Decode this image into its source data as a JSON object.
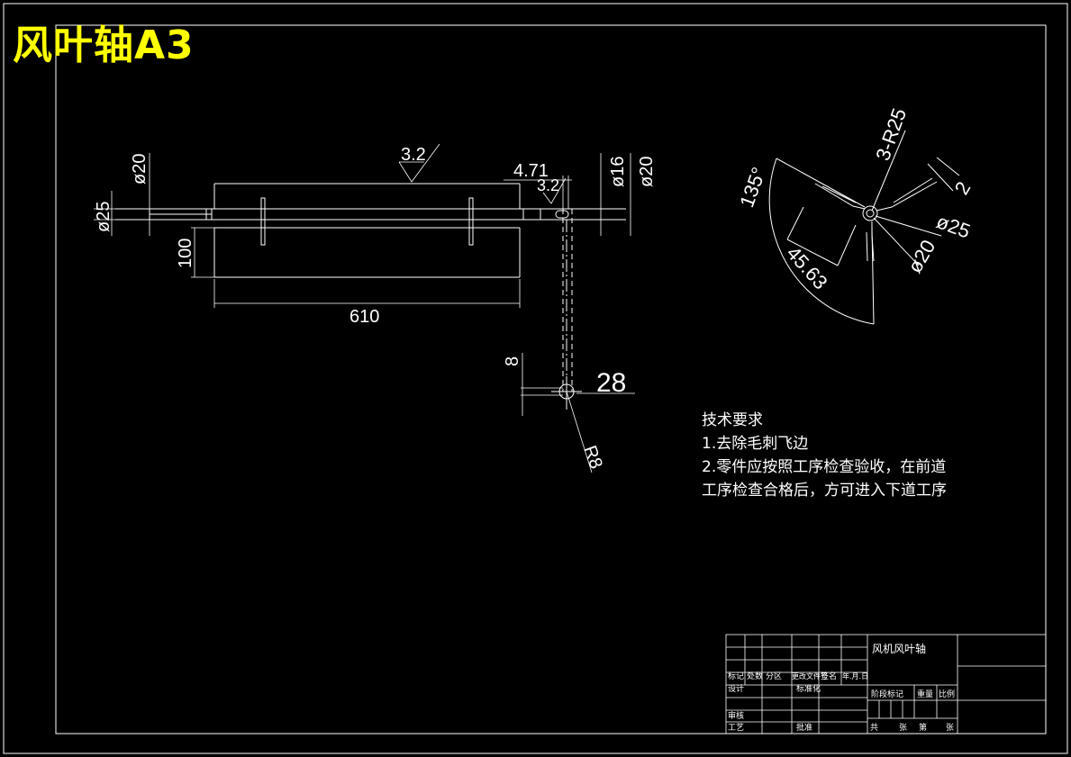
{
  "sheet": {
    "title": "风叶轴A3"
  },
  "dimensions": {
    "surface_finish_main": "3.2",
    "surface_finish_end": "3.2",
    "dia_25_left": "ø25",
    "dia_20_left": "ø20",
    "dia_16_right": "ø16",
    "dia_20_right": "ø20",
    "width_471": "4.71",
    "height_100": "100",
    "length_610": "610",
    "hole_8": "8",
    "hole_28": "28",
    "radius_r8": "R8",
    "radius_3r25": "3-R25",
    "angle_135": "135°",
    "width_2": "2",
    "dia_25_hub": "ø25",
    "dia_20_hub": "ø20",
    "length_4563": "45.63"
  },
  "tech_requirements": {
    "heading": "技术要求",
    "line1": "1.去除毛刺飞边",
    "line2": "2.零件应按照工序检查验收，在前道",
    "line3": "工序检查合格后，方可进入下道工序"
  },
  "title_block": {
    "part_name": "风机风叶轴",
    "mark": "标记",
    "count": "处数",
    "zone": "分区",
    "change_doc": "更改文件号",
    "signature": "签名",
    "date": "年.月.日",
    "design": "设计",
    "standardize": "标准化",
    "stage_mark": "阶段标记",
    "weight": "重量",
    "scale": "比例",
    "review": "审核",
    "process": "工艺",
    "approve": "批准",
    "total": "共",
    "sheets": "张",
    "page": "第",
    "sheet_unit": "张"
  }
}
